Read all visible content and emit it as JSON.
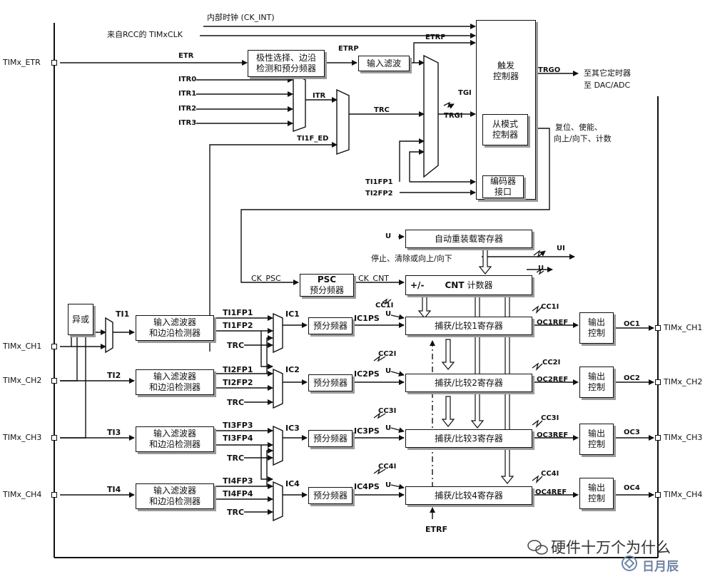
{
  "signals": {
    "ck_int": "内部时钟 (CK_INT)",
    "from_rcc": "来自RCC的 TIMxCLK",
    "etr": "ETR",
    "etrp": "ETRP",
    "etrf": "ETRF",
    "itr0": "ITR0",
    "itr1": "ITR1",
    "itr2": "ITR2",
    "itr3": "ITR3",
    "itr": "ITR",
    "trc": "TRC",
    "tgi": "TGI",
    "trgi": "TRGI",
    "ti1f_ed": "TI1F_ED",
    "ti1fp1": "TI1FP1",
    "ti2fp2": "TI2FP2",
    "trgo": "TRGO",
    "to_other": "至其它定时器",
    "to_dac": "至 DAC/ADC",
    "reset_enable": "复位、使能、",
    "updown_count": "向上/向下、计数",
    "u": "U",
    "ui": "UI",
    "stop_clear": "停止、清除或向上/向下",
    "ck_psc": "CK_PSC",
    "ck_cnt": "CK_CNT",
    "plus_minus": "+/-",
    "etrf_bottom": "ETRF"
  },
  "pins": {
    "etr": "TIMx_ETR",
    "ch1_in": "TIMx_CH1",
    "ch2_in": "TIMx_CH2",
    "ch3_in": "TIMx_CH3",
    "ch4_in": "TIMx_CH4",
    "ch1_out": "TIMx_CH1",
    "ch2_out": "TIMx_CH2",
    "ch3_out": "TIMx_CH3",
    "ch4_out": "TIMx_CH4"
  },
  "blocks": {
    "polarity": [
      "极性选择、边沿",
      "检测和预分频器"
    ],
    "input_filter": "输入滤波",
    "trigger_ctrl": [
      "触发",
      "控制器"
    ],
    "slave_mode": [
      "从模式",
      "控制器"
    ],
    "encoder": [
      "编码器",
      "接口"
    ],
    "auto_reload": "自动重装载寄存器",
    "psc_title": "PSC",
    "psc_sub": "预分频器",
    "cnt_title": "CNT",
    "cnt_sub": "计数器",
    "xor": "异或",
    "filter_edge": [
      "输入滤波器",
      "和边沿检测器"
    ],
    "prescaler": "预分频器",
    "output_ctrl": [
      "输出",
      "控制"
    ]
  },
  "channels": [
    {
      "ti": "TI1",
      "fpa": "TI1FP1",
      "fpb": "TI1FP2",
      "trc": "TRC",
      "ic": "IC1",
      "ips": "IC1PS",
      "cci": "CC1I",
      "ccreg": "捕获/比较1寄存器",
      "ocref": "OC1REF",
      "oc": "OC1"
    },
    {
      "ti": "TI2",
      "fpa": "TI2FP1",
      "fpb": "TI2FP2",
      "trc": "TRC",
      "ic": "IC2",
      "ips": "IC2PS",
      "cci": "CC2I",
      "ccreg": "捕获/比较2寄存器",
      "ocref": "OC2REF",
      "oc": "OC2"
    },
    {
      "ti": "TI3",
      "fpa": "TI3FP3",
      "fpb": "TI3FP4",
      "trc": "TRC",
      "ic": "IC3",
      "ips": "IC3PS",
      "cci": "CC3I",
      "ccreg": "捕获/比较3寄存器",
      "ocref": "OC3REF",
      "oc": "OC3"
    },
    {
      "ti": "TI4",
      "fpa": "TI4FP3",
      "fpb": "TI4FP4",
      "trc": "TRC",
      "ic": "IC4",
      "ips": "IC4PS",
      "cci": "CC4I",
      "ccreg": "捕获/比较4寄存器",
      "ocref": "OC4REF",
      "oc": "OC4"
    }
  ],
  "watermark": {
    "text": "硬件十万个为什么",
    "brand": "日月辰"
  }
}
